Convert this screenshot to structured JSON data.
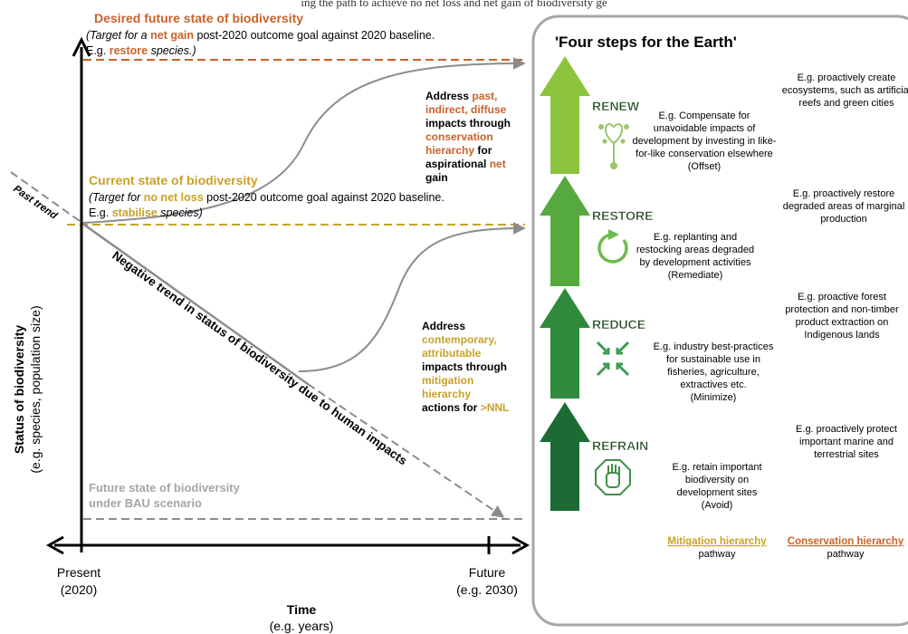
{
  "header_fragment": "ing the path to achieve no net loss and net gain of biodiversity ge",
  "colors": {
    "orange": "#c8622a",
    "gold": "#c9a227",
    "grey": "#8c8c8c",
    "arrow_renew": "#8dc43f",
    "arrow_restore": "#56a93f",
    "arrow_reduce": "#2f8a3c",
    "arrow_refrain": "#1c6a34"
  },
  "left_panel": {
    "desired": {
      "title": "Desired future state of biodiversity",
      "line1_pre": "(Target for a ",
      "line1_hl": "net gain",
      "line1_post": " post-2020 outcome goal against 2020 baseline.",
      "line2_pre": "E.g. ",
      "line2_hl": "restore",
      "line2_post": " species.)"
    },
    "current": {
      "title": "Current state of biodiversity",
      "line1_pre": "(Target for ",
      "line1_hl": "no net loss",
      "line1_post": " post-2020 outcome goal against 2020 baseline.",
      "line2_pre": "E.g. ",
      "line2_hl": "stabilise",
      "line2_post": " species)"
    },
    "bau": {
      "line1": "Future state of biodiversity",
      "line2": "under BAU scenario"
    },
    "past_trend": "Past trend",
    "negative_trend": "Negative trend in status of biodiversity due to human impacts",
    "address_past": {
      "l1_pre": "Address ",
      "l1_hl": "past,",
      "l2": "indirect, diffuse",
      "l3": "impacts through",
      "l4": "conservation",
      "l5": "hierarchy",
      "l5_post": " for",
      "l6": "aspirational ",
      "l6_hl": "net",
      "l7": "gain"
    },
    "address_contemporary": {
      "l1": "Address",
      "l2": "contemporary,",
      "l3": "attributable",
      "l4": "impacts through",
      "l5": "mitigation",
      "l6": "hierarchy",
      "l7_pre": "actions for ",
      "l7_hl": ">NNL"
    },
    "y_axis": {
      "title": "Status of biodiversity",
      "subtitle": "(e.g. species, population size)"
    },
    "x_axis": {
      "title": "Time",
      "subtitle": "(e.g. years)"
    },
    "x_ticks": [
      {
        "line1": "Present",
        "line2": "(2020)"
      },
      {
        "line1": "Future",
        "line2": "(e.g. 2030)"
      }
    ]
  },
  "right_panel": {
    "title": "'Four steps for the Earth'",
    "steps": [
      {
        "label": "RENEW",
        "icon": "tree-heart-icon",
        "mitigation": [
          "E.g. Compensate for",
          "unavoidable impacts of",
          "development by investing in like-",
          "for-like conservation elsewhere",
          "(Offset)"
        ],
        "conservation": [
          "E.g. proactively create",
          "ecosystems, such as artificial",
          "reefs and green cities"
        ]
      },
      {
        "label": "RESTORE",
        "icon": "circular-arrow-icon",
        "mitigation": [
          "E.g. replanting and",
          "restocking areas degraded",
          "by development activities",
          "(Remediate)"
        ],
        "conservation": [
          "E.g. proactively restore",
          "degraded areas of marginal",
          "production"
        ]
      },
      {
        "label": "REDUCE",
        "icon": "inward-arrows-icon",
        "mitigation": [
          "E.g. industry best-practices",
          "for sustainable use in",
          "fisheries, agriculture,",
          "extractives etc.",
          "(Minimize)"
        ],
        "conservation": [
          "E.g. proactive forest",
          "protection and non-timber",
          "product extraction on",
          "Indigenous lands"
        ]
      },
      {
        "label": "REFRAIN",
        "icon": "stop-hand-icon",
        "mitigation": [
          "E.g. retain important",
          "biodiversity on",
          "development sites",
          "(Avoid)"
        ],
        "conservation": [
          "E.g. proactively protect",
          "important marine and",
          "terrestrial sites"
        ]
      }
    ],
    "footer": {
      "mitigation_title": "Mitigation hierarchy",
      "mitigation_sub": "pathway",
      "conservation_title": "Conservation hierarchy",
      "conservation_sub": "pathway"
    }
  }
}
